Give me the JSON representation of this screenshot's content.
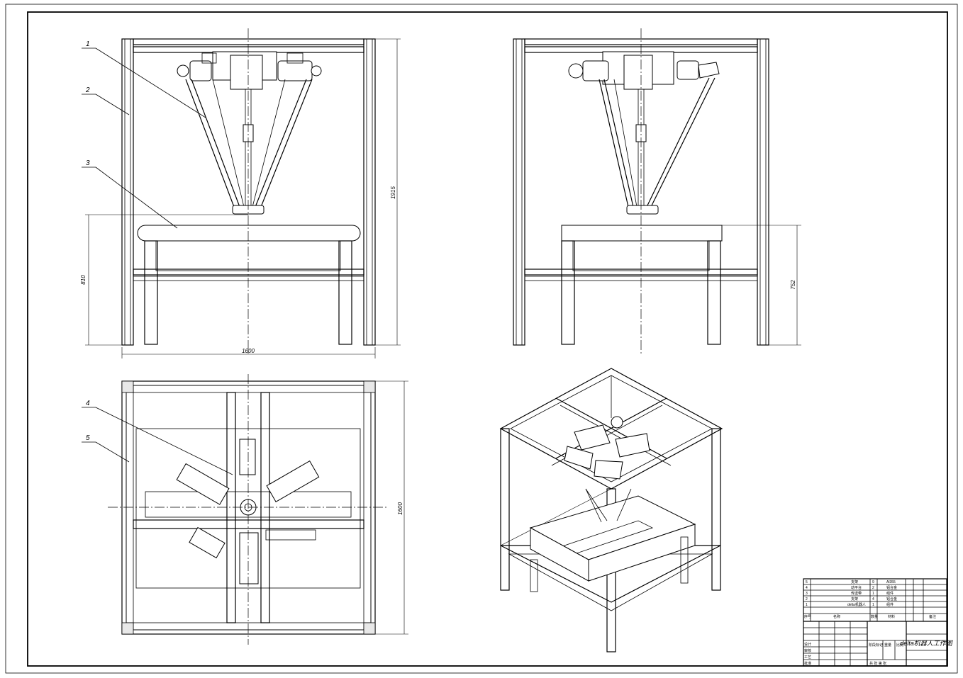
{
  "drawing": {
    "title": "delta机器人工作图"
  },
  "balloons": [
    {
      "id": "b1",
      "label": "1"
    },
    {
      "id": "b2",
      "label": "2"
    },
    {
      "id": "b3",
      "label": "3"
    },
    {
      "id": "b4",
      "label": "4"
    },
    {
      "id": "b5",
      "label": "5"
    }
  ],
  "dimensions": {
    "front_height": "1915",
    "front_table_height": "810",
    "front_width": "1600",
    "side_table_height": "752",
    "top_depth": "1600"
  },
  "title_block": {
    "parts": [
      {
        "no": "5",
        "name": "支架",
        "qty": "9",
        "material": "Al355"
      },
      {
        "no": "4",
        "name": "动平台",
        "qty": "2",
        "material": "铝合金"
      },
      {
        "no": "3",
        "name": "传送带",
        "qty": "1",
        "material": "组件"
      },
      {
        "no": "2",
        "name": "支架",
        "qty": "4",
        "material": "铝合金"
      },
      {
        "no": "1",
        "name": "delta机器人",
        "qty": "1",
        "material": "组件"
      }
    ],
    "header": {
      "no": "序号",
      "name": "名称",
      "qty": "数量",
      "material": "材料",
      "note": "备注"
    },
    "labels": {
      "design": "设计",
      "check": "审核",
      "process": "工艺",
      "approve": "批准",
      "stage": "阶段标记",
      "weight": "重量",
      "scale": "比例",
      "sheet": "共 张 第 张"
    }
  }
}
